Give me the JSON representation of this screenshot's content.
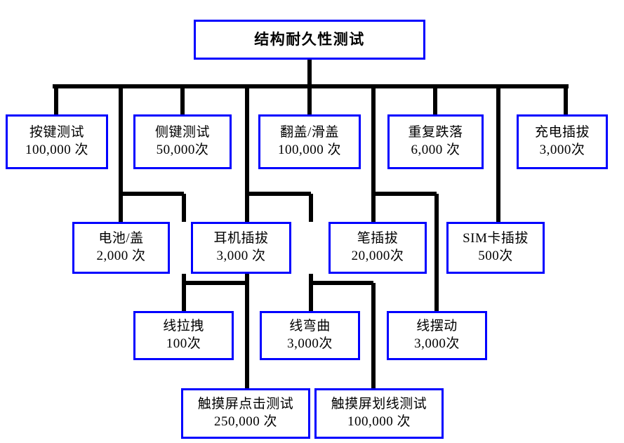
{
  "diagram": {
    "title": "结构耐久性测试",
    "type": "organization-tree",
    "colors": {
      "box_border": "#0000ff",
      "connector": "#000000",
      "text": "#000000",
      "background": "#ffffff"
    },
    "root": {
      "id": "root",
      "label": "结构耐久性测试",
      "count": ""
    },
    "nodes": [
      {
        "id": "key-test",
        "label": "按键测试",
        "count": "100,000 次"
      },
      {
        "id": "side-key-test",
        "label": "侧键测试",
        "count": "50,000次"
      },
      {
        "id": "flip-slide-test",
        "label": "翻盖/滑盖",
        "count": "100,000 次"
      },
      {
        "id": "repeat-drop",
        "label": "重复跌落",
        "count": "6,000 次"
      },
      {
        "id": "charge-plug",
        "label": "充电插拔",
        "count": "3,000次"
      },
      {
        "id": "battery-cover",
        "label": "电池/盖",
        "count": "2,000 次"
      },
      {
        "id": "headset-plug",
        "label": "耳机插拔",
        "count": "3,000 次"
      },
      {
        "id": "pen-plug",
        "label": "笔插拔",
        "count": "20,000次"
      },
      {
        "id": "sim-card-plug",
        "label": "SIM卡插拔",
        "count": "500次"
      },
      {
        "id": "cable-pull",
        "label": "线拉拽",
        "count": "100次"
      },
      {
        "id": "cable-bend",
        "label": "线弯曲",
        "count": "3,000次"
      },
      {
        "id": "cable-swing",
        "label": "线摆动",
        "count": "3,000次"
      },
      {
        "id": "touch-tap-test",
        "label": "触摸屏点击测试",
        "count": "250,000 次"
      },
      {
        "id": "touch-swipe-test",
        "label": "触摸屏划线测试",
        "count": "100,000 次"
      }
    ]
  }
}
